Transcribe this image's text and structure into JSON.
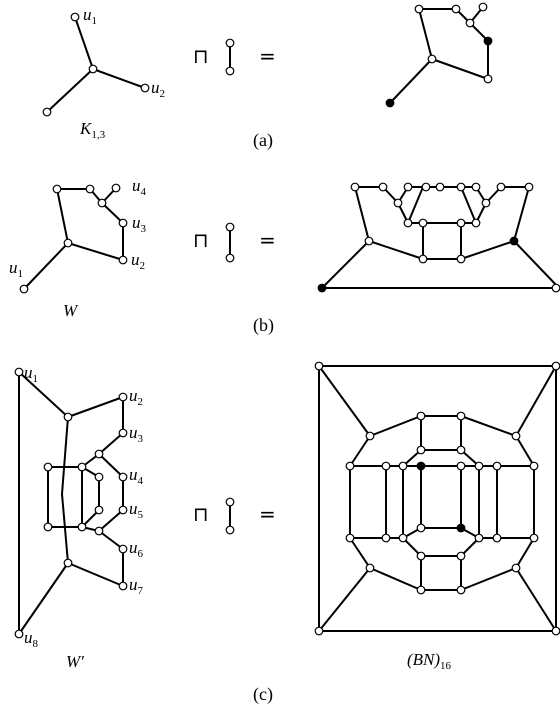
{
  "operator_symbol": "⊓",
  "equals_symbol": "=",
  "panels": [
    {
      "caption": "(a)",
      "left_graph": {
        "name": "K",
        "name_sub": "1,3",
        "vertex_labels": [
          {
            "base": "u",
            "sub": "1"
          },
          {
            "base": "u",
            "sub": "2"
          }
        ]
      }
    },
    {
      "caption": "(b)",
      "left_graph": {
        "name": "W",
        "name_sub": "",
        "vertex_labels": [
          {
            "base": "u",
            "sub": "4"
          },
          {
            "base": "u",
            "sub": "3"
          },
          {
            "base": "u",
            "sub": "2"
          },
          {
            "base": "u",
            "sub": "1"
          }
        ]
      }
    },
    {
      "caption": "(c)",
      "left_graph": {
        "name": "W′",
        "name_sub": "",
        "vertex_labels": [
          {
            "base": "u",
            "sub": "1"
          },
          {
            "base": "u",
            "sub": "2"
          },
          {
            "base": "u",
            "sub": "3"
          },
          {
            "base": "u",
            "sub": "4"
          },
          {
            "base": "u",
            "sub": "5"
          },
          {
            "base": "u",
            "sub": "6"
          },
          {
            "base": "u",
            "sub": "7"
          },
          {
            "base": "u",
            "sub": "8"
          }
        ]
      },
      "result_graph": {
        "name": "(BN)",
        "name_sub": "16"
      }
    }
  ]
}
